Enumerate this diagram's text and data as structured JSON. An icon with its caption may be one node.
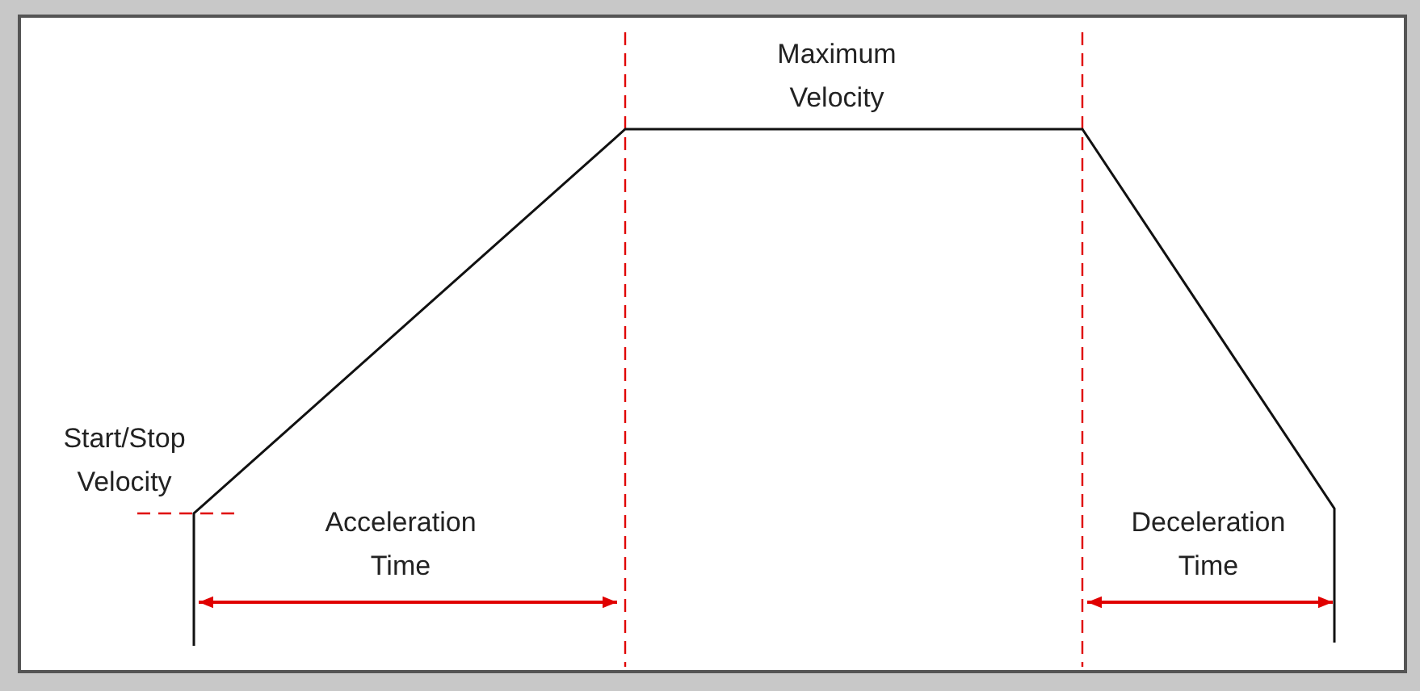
{
  "diagram": {
    "labels": [
      "Maximum Velocity",
      "Start/Stop Velocity",
      "Acceleration Time",
      "Deceleration Time"
    ]
  }
}
